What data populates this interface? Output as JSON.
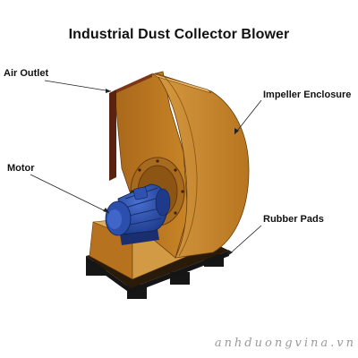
{
  "diagram": {
    "title": "Industrial Dust Collector Blower",
    "labels": {
      "air_outlet": "Air Outlet",
      "impeller_enclosure": "Impeller Enclosure",
      "motor": "Motor",
      "rubber_pads": "Rubber Pads"
    },
    "watermark": "anhduongvina.vn",
    "colors": {
      "housing": "#c8872a",
      "housing_dark": "#8a5412",
      "outlet_flange": "#5a2210",
      "motor": "#24449a",
      "pads": "#161616"
    }
  }
}
